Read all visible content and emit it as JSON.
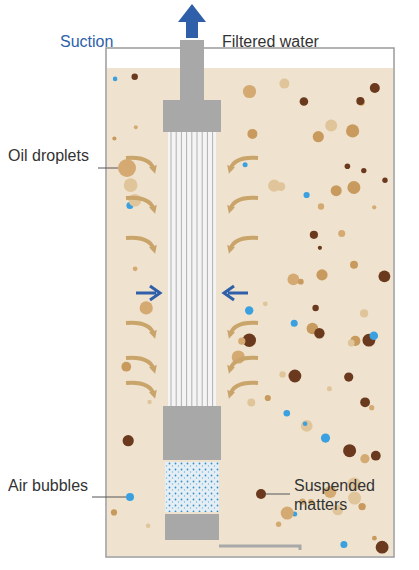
{
  "diagram": {
    "labels": [
      "Suction",
      "Filtered water",
      "Oil droplets",
      "Air bubbles",
      "Suspended matters"
    ]
  }
}
